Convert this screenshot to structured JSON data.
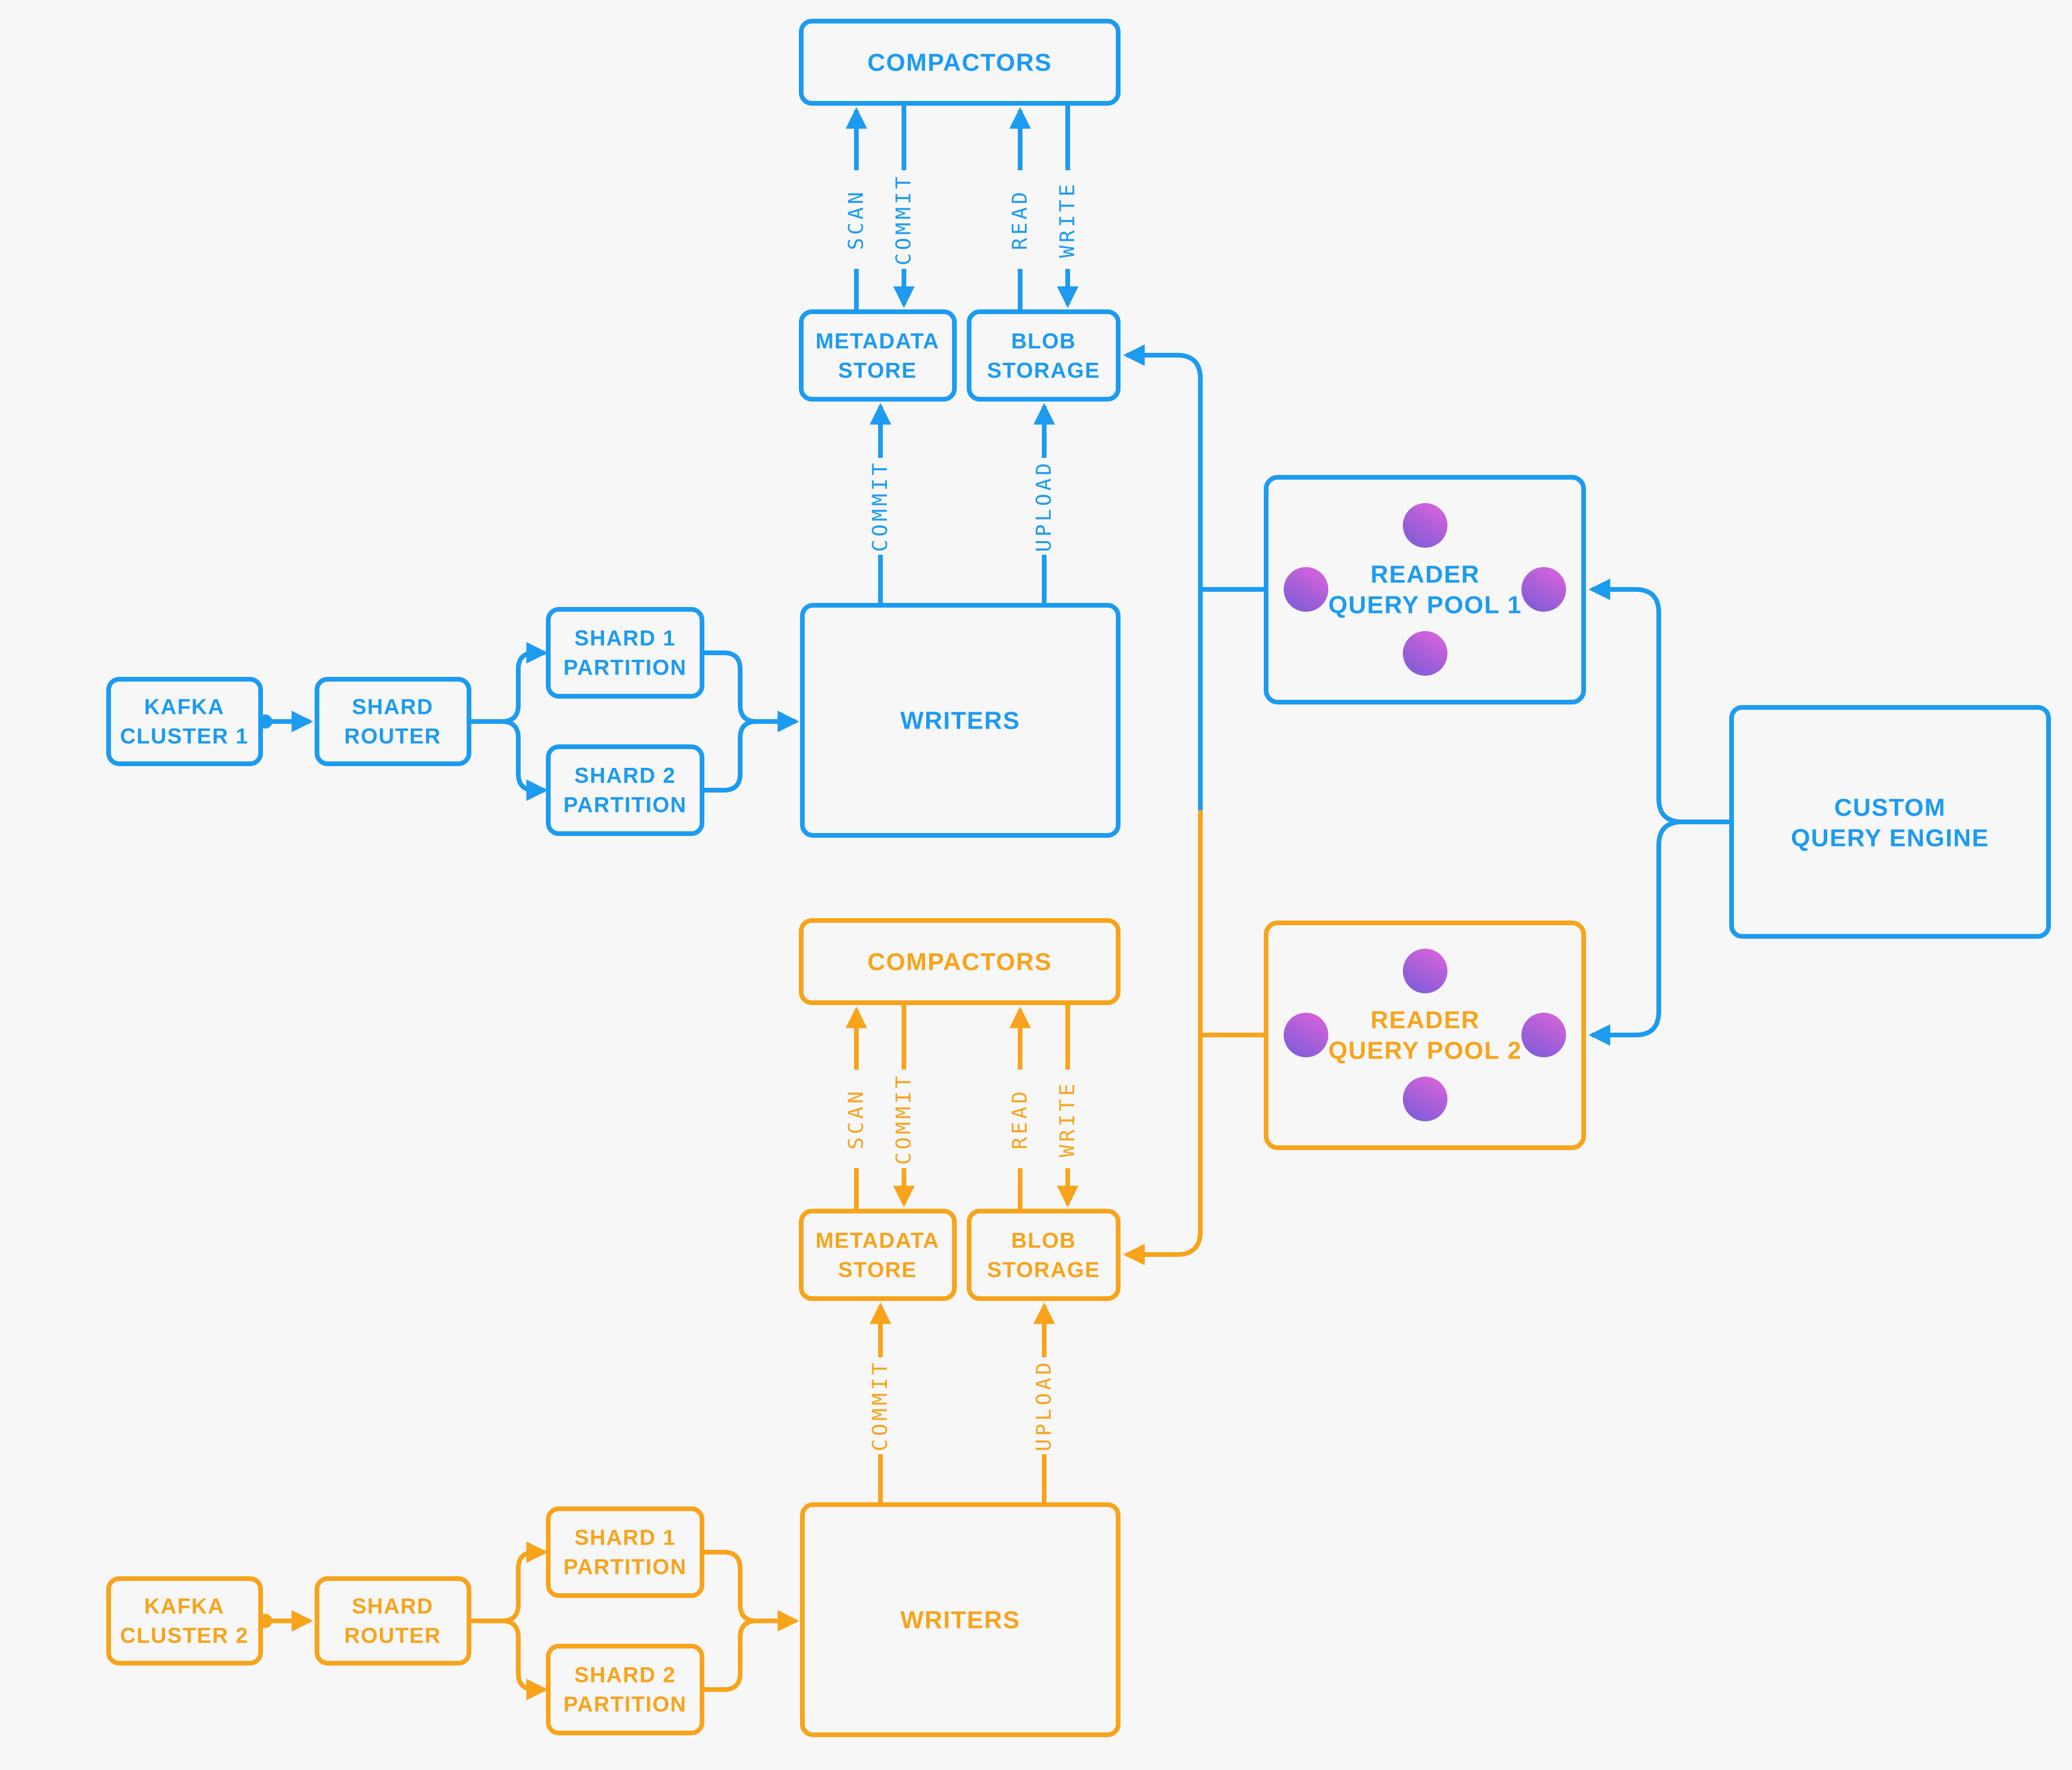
{
  "colors": {
    "background": "#f7f7f8",
    "cluster1_accent": "#1c9bf0",
    "cluster2_accent": "#f7a41c",
    "reader_node_gradient_start": "#d863da",
    "reader_node_gradient_end": "#7e5cd8"
  },
  "cluster1": {
    "kafka_cluster": {
      "line1": "KAFKA",
      "line2": "CLUSTER 1"
    },
    "shard_router": {
      "line1": "SHARD",
      "line2": "ROUTER"
    },
    "shard1_partition": {
      "line1": "SHARD 1",
      "line2": "PARTITION"
    },
    "shard2_partition": {
      "line1": "SHARD 2",
      "line2": "PARTITION"
    },
    "writers": {
      "label": "WRITERS"
    },
    "compactors": {
      "label": "COMPACTORS"
    },
    "metadata_store": {
      "line1": "METADATA",
      "line2": "STORE"
    },
    "blob_storage": {
      "line1": "BLOB",
      "line2": "STORAGE"
    },
    "reader_query_pool": {
      "line1": "READER",
      "line2": "QUERY POOL 1"
    },
    "flows": {
      "scan": "SCAN",
      "compactor_commit": "COMMIT",
      "read": "READ",
      "write": "WRITE",
      "writer_commit": "COMMIT",
      "upload": "UPLOAD"
    }
  },
  "cluster2": {
    "kafka_cluster": {
      "line1": "KAFKA",
      "line2": "CLUSTER 2"
    },
    "shard_router": {
      "line1": "SHARD",
      "line2": "ROUTER"
    },
    "shard1_partition": {
      "line1": "SHARD 1",
      "line2": "PARTITION"
    },
    "shard2_partition": {
      "line1": "SHARD 2",
      "line2": "PARTITION"
    },
    "writers": {
      "label": "WRITERS"
    },
    "compactors": {
      "label": "COMPACTORS"
    },
    "metadata_store": {
      "line1": "METADATA",
      "line2": "STORE"
    },
    "blob_storage": {
      "line1": "BLOB",
      "line2": "STORAGE"
    },
    "reader_query_pool": {
      "line1": "READER",
      "line2": "QUERY POOL 2"
    },
    "flows": {
      "scan": "SCAN",
      "compactor_commit": "COMMIT",
      "read": "READ",
      "write": "WRITE",
      "writer_commit": "COMMIT",
      "upload": "UPLOAD"
    }
  },
  "custom_query_engine": {
    "line1": "CUSTOM",
    "line2": "QUERY ENGINE"
  }
}
